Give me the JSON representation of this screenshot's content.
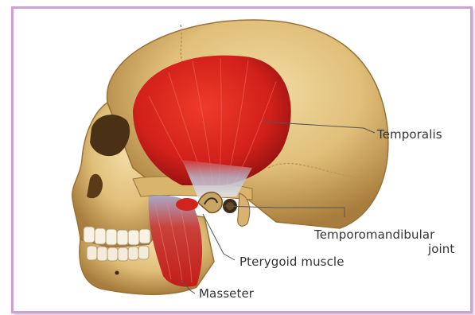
{
  "labels": {
    "temporalis": "Temporalis",
    "tmj_line1": "Temporomandibular",
    "tmj_line2": "joint",
    "pterygoid": "Pterygoid muscle",
    "masseter": "Masseter"
  },
  "colors": {
    "frame_border": "#cfa0d3",
    "bone": "#e2c27c",
    "muscle": "#d8241c",
    "leader_line": "#555555"
  }
}
